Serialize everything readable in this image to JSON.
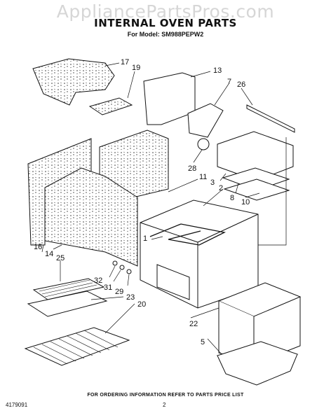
{
  "watermark": "AppliancePartsPros.com",
  "title": "INTERNAL OVEN PARTS",
  "model_line": "For Model: SM988PEPW2",
  "footer_note": "FOR ORDERING INFORMATION REFER TO PARTS PRICE LIST",
  "doc_number": "4179091",
  "page_number": "2",
  "callouts": [
    "17",
    "19",
    "13",
    "7",
    "26",
    "28",
    "11",
    "2",
    "3",
    "8",
    "10",
    "16",
    "14",
    "25",
    "32",
    "31",
    "29",
    "23",
    "20",
    "22",
    "5",
    "1"
  ]
}
